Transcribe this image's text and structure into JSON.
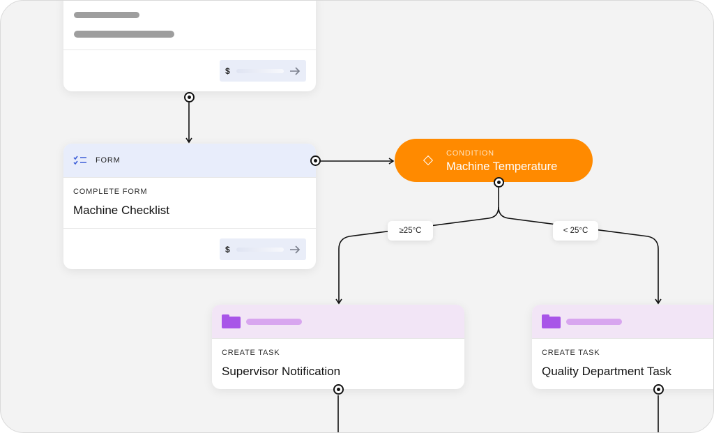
{
  "top_card": {
    "price_symbol": "$"
  },
  "form_card": {
    "header_label": "FORM",
    "section_label": "COMPLETE FORM",
    "title": "Machine Checklist",
    "price_symbol": "$"
  },
  "condition_node": {
    "label": "CONDITION",
    "title": "Machine Temperature"
  },
  "branches": [
    {
      "label": "≥25°C"
    },
    {
      "label": "< 25°C"
    }
  ],
  "task_cards": [
    {
      "section_label": "CREATE TASK",
      "title": "Supervisor Notification"
    },
    {
      "section_label": "CREATE TASK",
      "title": "Quality Department Task"
    }
  ],
  "colors": {
    "condition": "#ff8a00",
    "form_header": "#e8edfb",
    "task_header": "#f2e5f6",
    "folder": "#a855e8"
  }
}
